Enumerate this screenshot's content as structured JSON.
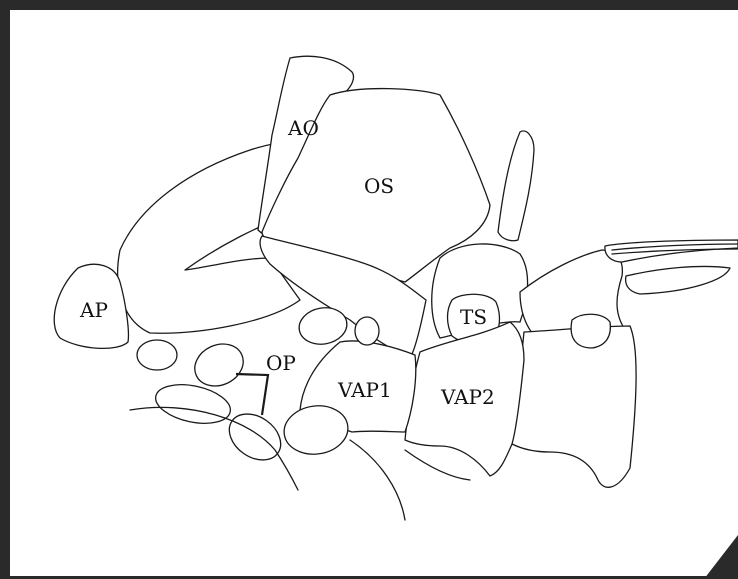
{
  "diagram": {
    "labels": {
      "ao": "AO",
      "os": "OS",
      "ap": "AP",
      "ts": "TS",
      "op": "OP",
      "vap1": "VAP1",
      "vap2": "VAP2"
    },
    "colors": {
      "frame": "#2a2a2a",
      "background": "#ffffff",
      "stroke": "#1a1a1a"
    }
  }
}
